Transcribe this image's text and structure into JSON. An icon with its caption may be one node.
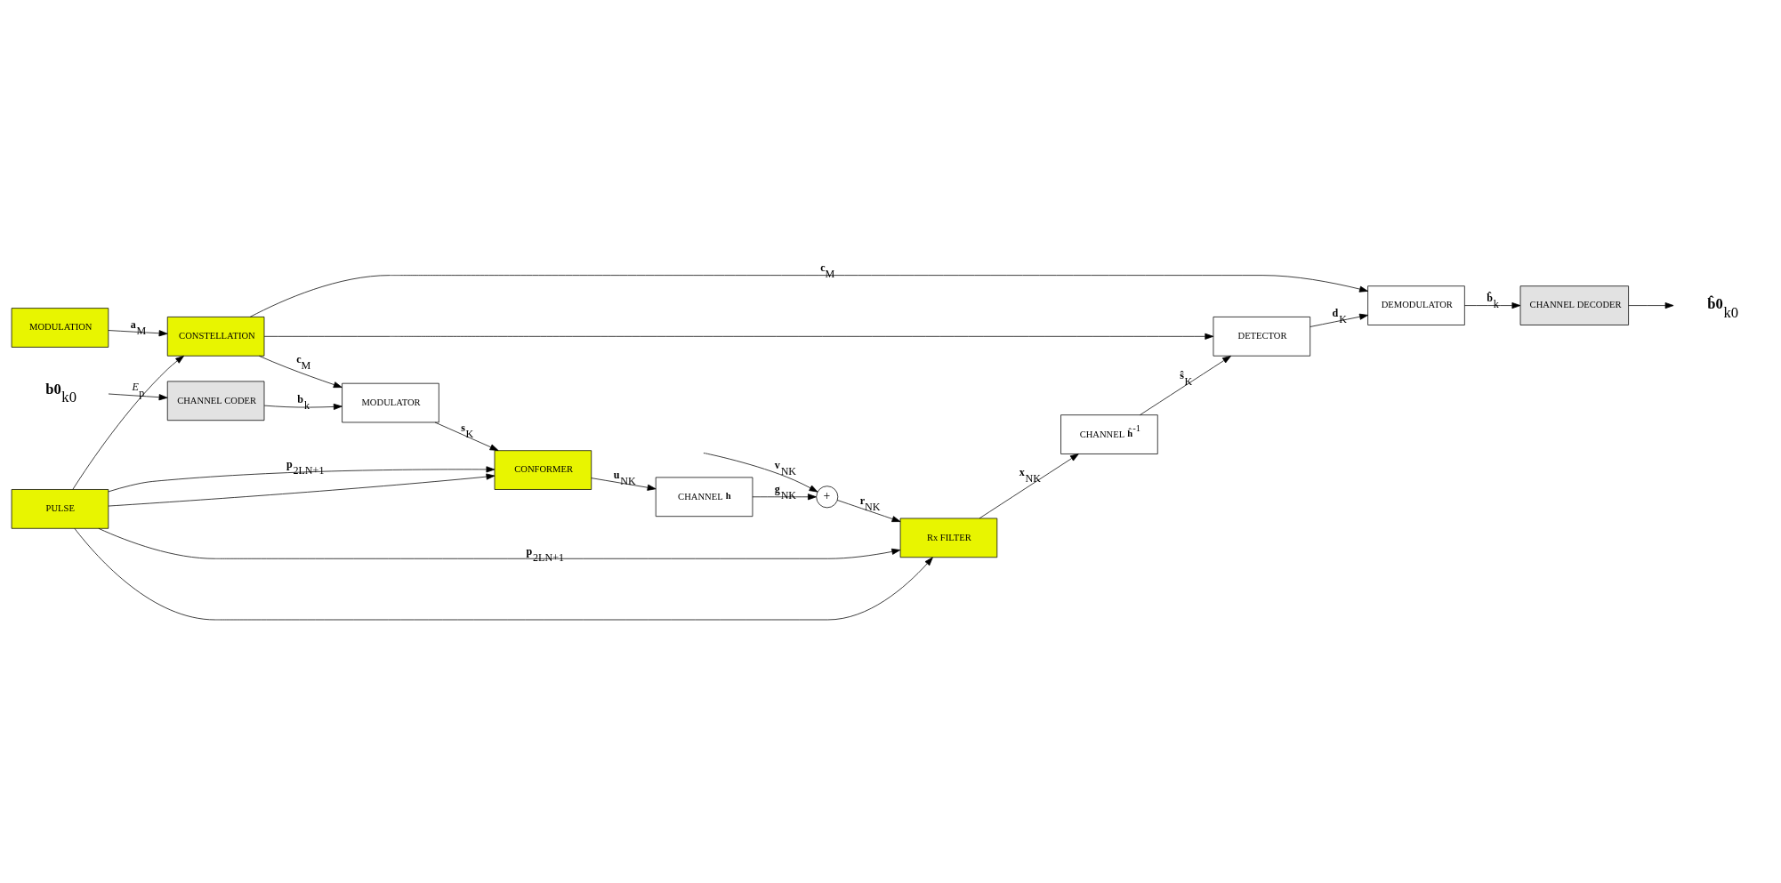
{
  "diagram": {
    "nodes": [
      {
        "text": [
          "**b0**$_{k0}$"
        ]
      },
      {
        "text": [
          "CHANNEL CODER"
        ]
      },
      {
        "text": [
          "MODULATOR"
        ]
      },
      {
        "text": [
          "CONFORMER"
        ]
      },
      {
        "text": [
          "MODULATION"
        ]
      },
      {
        "text": [
          "CONSTELLATION"
        ]
      },
      {
        "text": [
          "PULSE"
        ]
      },
      {
        "text": [
          "CHANNEL **h**"
        ]
      },
      {
        "text": [
          "+"
        ]
      },
      {
        "text": [
          "CHANNEL DECODER"
        ]
      },
      {
        "text": [
          "DEMODULATOR"
        ]
      },
      {
        "text": [
          "Rx FILTER"
        ]
      },
      {
        "text": [
          "DETECTOR"
        ]
      },
      {
        "text": [
          "CHANNEL **ĥ**$^{-1}$"
        ]
      },
      {
        "text": [
          "**b̂0**$_{k0}$"
        ]
      }
    ],
    "edges": [
      {
        "from": 0,
        "to": 1,
        "arrow": "to"
      },
      {
        "from": 1,
        "to": 2,
        "arrow": "to",
        "label": "**b**$_{k}$"
      },
      {
        "from": 2,
        "to": 3,
        "arrow": "to",
        "label": "**s**$_{K}$"
      },
      {
        "from": 3,
        "to": 7,
        "arrow": "to",
        "label": "**u**$_{NK}$"
      },
      {
        "from": 5,
        "to": 2,
        "arrow": "to",
        "label": "**c**$_{M}$"
      },
      {
        "from": 4,
        "to": 5,
        "arrow": "to",
        "label": "**a**$_{M}$"
      },
      {
        "from": 6,
        "to": 5,
        "arrow": "to",
        "label": "*E*$_{p}$"
      },
      {
        "from": 6,
        "to": 3,
        "arrow": "to"
      },
      {
        "from": 6,
        "to": 3,
        "arrow": "to",
        "label": "**p**$_{2LN+1}$"
      },
      {
        "from": 6,
        "to": 11,
        "arrow": "to"
      },
      {
        "from": 6,
        "to": 11,
        "arrow": "to",
        "label": "**p**$_{2LN+1}$"
      },
      {
        "from": 7,
        "to": 8,
        "arrow": "to",
        "label": "**g**$_{NK}$"
      },
      {
        "from": null,
        "to": 8,
        "arrow": "to",
        "label": "**v**$_{NK}$"
      },
      {
        "from": 8,
        "to": 11,
        "arrow": "to",
        "label": "**r**$_{NK}$"
      },
      {
        "from": 5,
        "to": 10,
        "arrow": "to",
        "label": "**c**$_{M}$"
      },
      {
        "from": 5,
        "to": 12,
        "arrow": "to"
      },
      {
        "from": 11,
        "to": 13,
        "arrow": "to",
        "label": "**x**$_{NK}$"
      },
      {
        "from": 13,
        "to": 12,
        "arrow": "to",
        "label": "**ŝ**$_{K}$"
      },
      {
        "from": 12,
        "to": 10,
        "arrow": "to",
        "label": "**d**$_{K}$"
      },
      {
        "from": 10,
        "to": 9,
        "arrow": "to",
        "label": "**b̂**$_{k}$"
      },
      {
        "from": 9,
        "to": 14,
        "arrow": "to"
      }
    ]
  }
}
